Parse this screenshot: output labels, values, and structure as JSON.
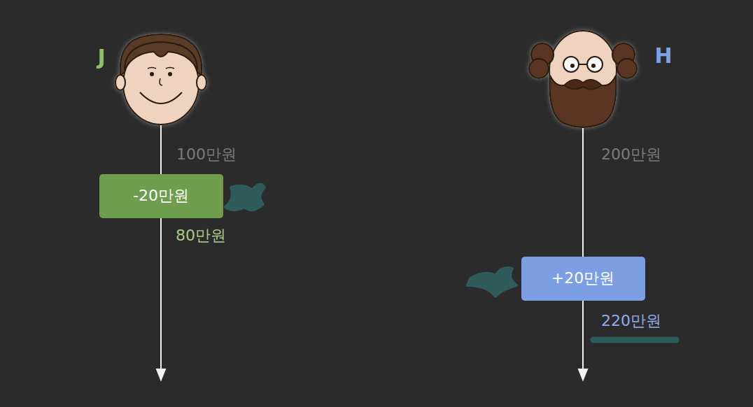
{
  "diagram": {
    "nodes": [
      {
        "text": [
          "-20만원"
        ]
      },
      {
        "text": [
          "+20만원"
        ]
      }
    ],
    "labels": [
      "J",
      "100만원",
      "80만원",
      "H",
      "200만원",
      "220만원"
    ]
  }
}
